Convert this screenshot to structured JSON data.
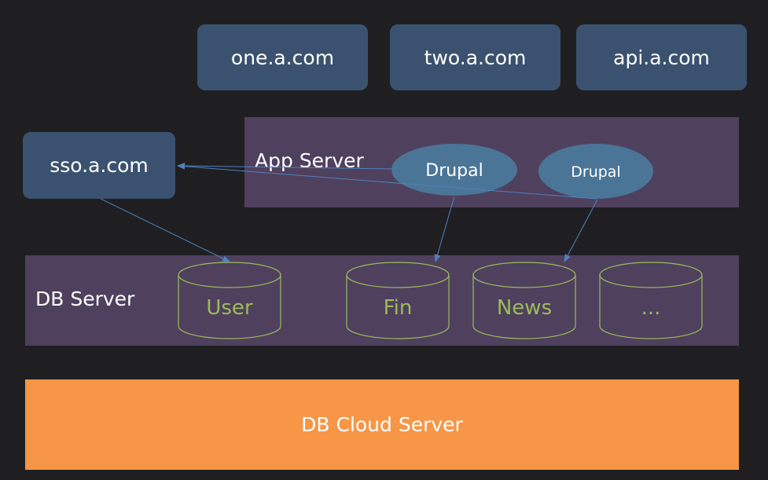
{
  "domains": {
    "one": "one.a.com",
    "two": "two.a.com",
    "api": "api.a.com"
  },
  "sso": {
    "label": "sso.a.com"
  },
  "app_server": {
    "label": "App Server",
    "node1": "Drupal",
    "node2": "Drupal"
  },
  "db_server": {
    "label": "DB Server",
    "databases": [
      "User",
      "Fin",
      "News",
      "..."
    ]
  },
  "db_cloud": {
    "label": "DB Cloud Server"
  },
  "colors": {
    "background": "#1f1f22",
    "domain_box": "#3a526f",
    "band": "#4f405e",
    "drupal": "#4a7596",
    "cylinder_stroke": "#9bbb59",
    "cylinder_text": "#9bbb59",
    "cloud": "#f79646",
    "arrow": "#4f81bd"
  }
}
